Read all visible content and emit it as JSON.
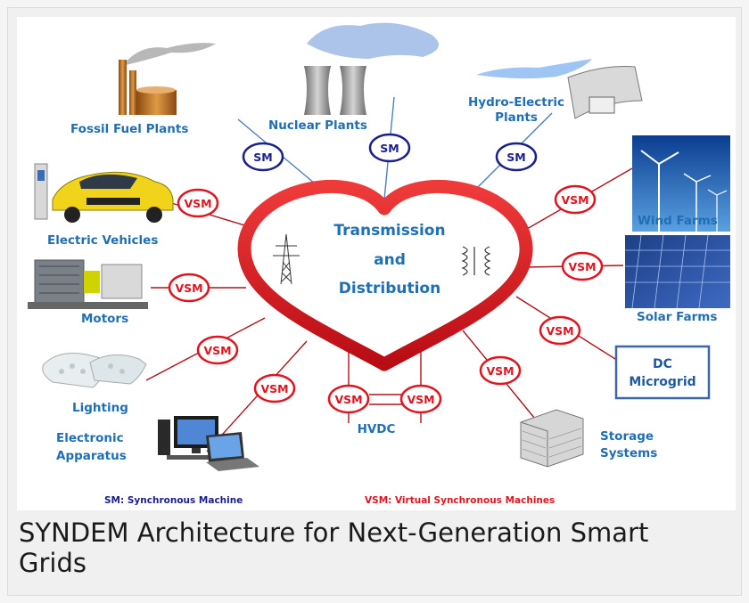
{
  "center": {
    "line1": "Transmission",
    "line2": "and",
    "line3": "Distribution"
  },
  "nodes": {
    "fossil": "Fossil Fuel Plants",
    "nuclear": "Nuclear Plants",
    "hydro_line1": "Hydro-Electric",
    "hydro_line2": "Plants",
    "wind": "Wind Farms",
    "solar": "Solar Farms",
    "dc_line1": "DC",
    "dc_line2": "Microgrid",
    "storage_line1": "Storage",
    "storage_line2": "Systems",
    "hvdc": "HVDC",
    "electronic_line1": "Electronic",
    "electronic_line2": "Apparatus",
    "lighting": "Lighting",
    "motors": "Motors",
    "ev": "Electric Vehicles"
  },
  "badges": {
    "sm": "SM",
    "vsm": "VSM"
  },
  "legend": {
    "sm": "SM: Synchronous Machine",
    "vsm": "VSM: Virtual Synchronous Machines"
  },
  "caption": "SYNDEM Architecture for Next-Generation Smart Grids",
  "colors": {
    "heart": "#d6121c",
    "vsm": "#e0141e",
    "sm": "#1a1f8c",
    "label": "#1f6fb4",
    "link": "#4a7fc1"
  }
}
